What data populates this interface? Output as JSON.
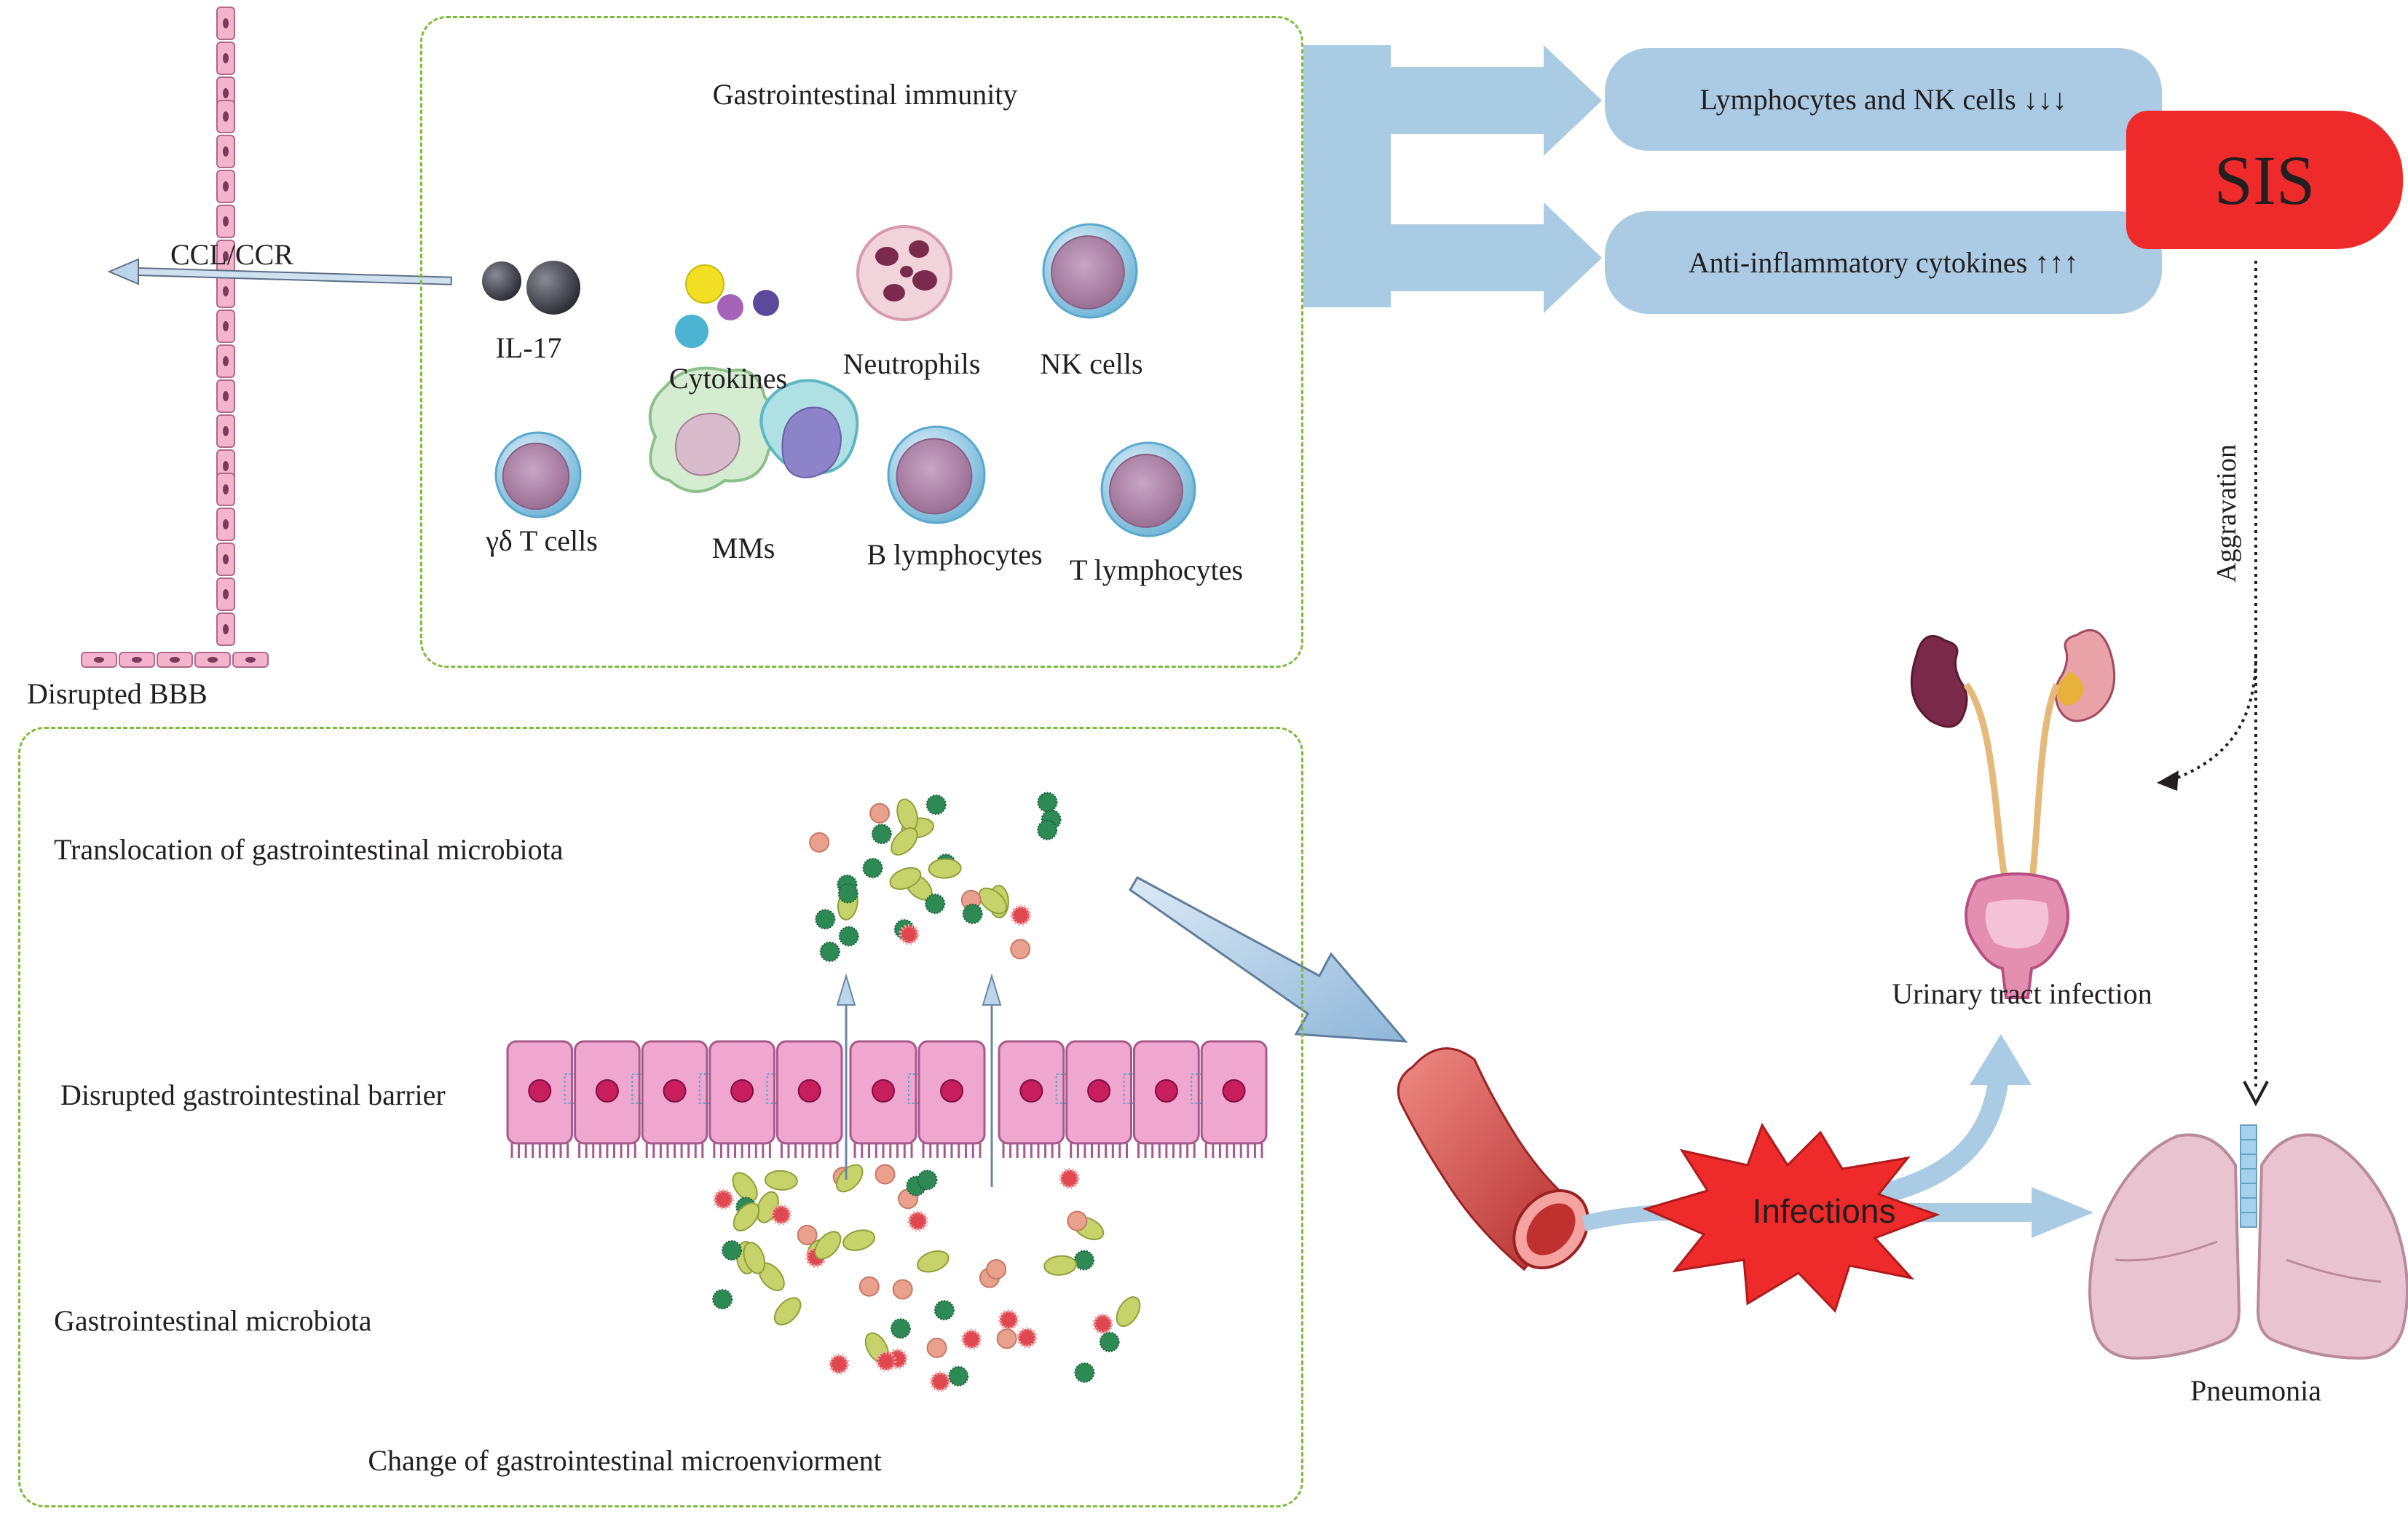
{
  "blocks": {
    "gi_immunity_title": "Gastrointestinal immunity",
    "microenv_title": "Change of gastrointestinal microenviorment"
  },
  "cells": {
    "il17": "IL-17",
    "cytokines": "Cytokines",
    "neutrophils": "Neutrophils",
    "nk_cells": "NK cells",
    "gd_t_cells": "γδ T cells",
    "mms": "MMs",
    "b_lymphocytes": "B lymphocytes",
    "t_lymphocytes": "T lymphocytes"
  },
  "bbb": {
    "ccl_ccr": "CCL/CCR",
    "disrupted_bbb": "Disrupted BBB"
  },
  "outcomes": {
    "lymphocytes_nk": "Lymphocytes and NK cells ↓↓↓",
    "anti_inflammatory": "Anti-inflammatory cytokines ↑↑↑",
    "sis": "SIS",
    "aggravation": "Aggravation"
  },
  "gut": {
    "translocation": "Translocation of gastrointestinal microbiota",
    "disrupted_barrier": "Disrupted gastrointestinal barrier",
    "microbiota": "Gastrointestinal microbiota"
  },
  "infection": {
    "infections": "Infections",
    "uti": "Urinary tract infection",
    "pneumonia": "Pneumonia"
  },
  "colors": {
    "panel_border": "#7dbb3c",
    "pill_fill": "#aacbe3",
    "arrow_fill": "#a9cbe4",
    "sis_fill": "#ee2a2a",
    "cell_membrane": "#9ecfe8",
    "cell_nucleus": "#b590ae",
    "enterocyte": "#f0a7cf",
    "vessel": "#d94a48",
    "lung": "#e9c4d0"
  }
}
